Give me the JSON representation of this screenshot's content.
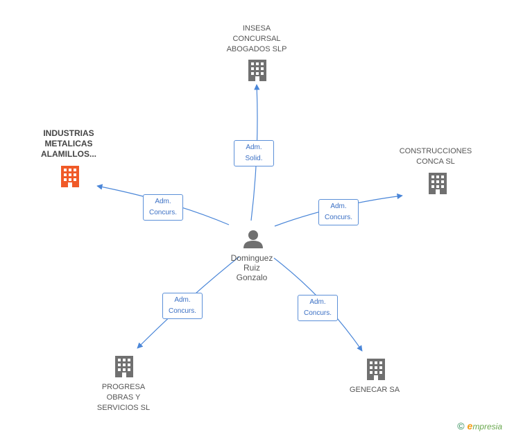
{
  "colors": {
    "edge": "#4a86d8",
    "building": "#707070",
    "building_main": "#f05a28",
    "person": "#707070"
  },
  "center": {
    "name": "Dominguez\nRuiz\nGonzalo",
    "icon": "person-icon"
  },
  "nodes": [
    {
      "id": "insesa",
      "name": "INSESA\nCONCURSAL\nABOGADOS SLP",
      "icon": "building-icon",
      "main": false
    },
    {
      "id": "industrias",
      "name": "INDUSTRIAS\nMETALICAS\nALAMILLOS...",
      "icon": "building-icon",
      "main": true
    },
    {
      "id": "construcciones",
      "name": "CONSTRUCCIONES\nCONCA SL",
      "icon": "building-icon",
      "main": false
    },
    {
      "id": "progresa",
      "name": "PROGRESA\nOBRAS Y\nSERVICIOS SL",
      "icon": "building-icon",
      "main": false
    },
    {
      "id": "genecar",
      "name": "GENECAR SA",
      "icon": "building-icon",
      "main": false
    }
  ],
  "edges": [
    {
      "to": "insesa",
      "label": "Adm.\nSolid."
    },
    {
      "to": "industrias",
      "label": "Adm.\nConcurs."
    },
    {
      "to": "construcciones",
      "label": "Adm.\nConcurs."
    },
    {
      "to": "progresa",
      "label": "Adm.\nConcurs."
    },
    {
      "to": "genecar",
      "label": "Adm.\nConcurs."
    }
  ],
  "footer": {
    "copyright": "©",
    "brand_initial": "e",
    "brand_rest": "mpresia"
  }
}
